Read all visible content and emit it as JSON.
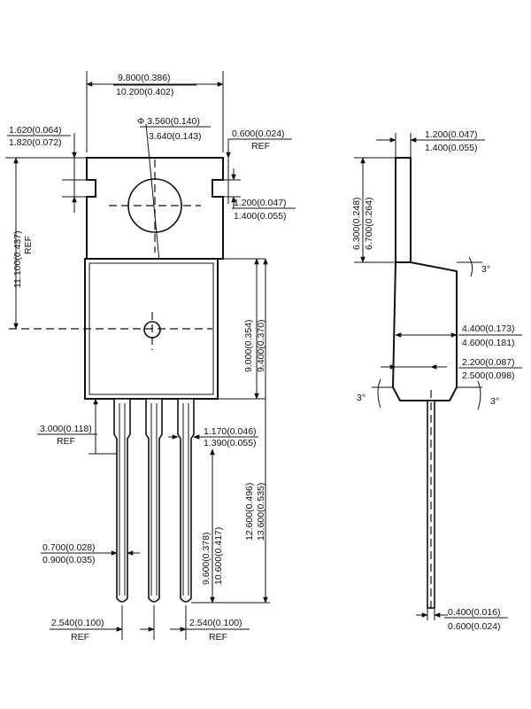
{
  "front_view": {
    "width_min": "9.800(0.386)",
    "width_max": "10.200(0.402)",
    "hole_dia_min": "Φ 3.560(0.140)",
    "hole_dia_max": "3.640(0.143)",
    "notch_width_min": "1.620(0.064)",
    "notch_width_max": "1.820(0.072)",
    "corner_ref_value": "0.600(0.024)",
    "corner_ref_label": "REF",
    "notch_depth_min": "1.200(0.047)",
    "notch_depth_max": "1.400(0.055)",
    "hole_center_height": "11.100(0.437)",
    "hole_center_ref": "REF",
    "body_height_min": "9.000(0.354)",
    "body_height_max": "9.400(0.370)",
    "lead_offset_value": "3.000(0.118)",
    "lead_offset_ref": "REF",
    "lead_upper_width_min": "1.170(0.046)",
    "lead_upper_width_max": "1.390(0.055)",
    "lead_length_min": "9.600(0.378)",
    "lead_length_max": "10.600(0.417)",
    "total_height_min": "12.600(0.496)",
    "total_height_max": "13.600(0.535)",
    "lead_width_min": "0.700(0.028)",
    "lead_width_max": "0.900(0.035)",
    "pitch_left_value": "2.540(0.100)",
    "pitch_left_ref": "REF",
    "pitch_right_value": "2.540(0.100)",
    "pitch_right_ref": "REF"
  },
  "side_view": {
    "tab_thickness_min": "1.200(0.047)",
    "tab_thickness_max": "1.400(0.055)",
    "tab_height_min": "6.300(0.248)",
    "tab_height_max": "6.700(0.264)",
    "draft_angle_top": "3°",
    "body_thickness_min": "4.400(0.173)",
    "body_thickness_max": "4.600(0.181)",
    "lead_offset_min": "2.200(0.087)",
    "lead_offset_max": "2.500(0.098)",
    "draft_angle_left": "3°",
    "draft_angle_right": "3°",
    "lead_thickness_min": "0.400(0.016)",
    "lead_thickness_max": "0.600(0.024)"
  }
}
